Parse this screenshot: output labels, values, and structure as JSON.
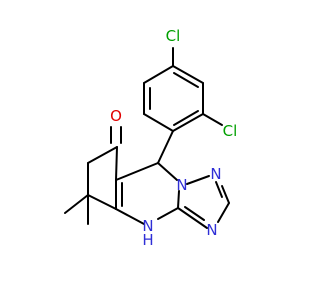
{
  "molecule": {
    "colors": {
      "carbon_bond": "#000000",
      "chlorine": "#00a000",
      "oxygen": "#e00000",
      "nitrogen": "#2f2fd6",
      "background": "#ffffff"
    },
    "labels": {
      "cl_top": "Cl",
      "cl_right": "Cl",
      "oxygen": "O",
      "n_1": "N",
      "n_2": "N",
      "n_3": "N",
      "nh": "N",
      "nh_h": "H"
    }
  }
}
